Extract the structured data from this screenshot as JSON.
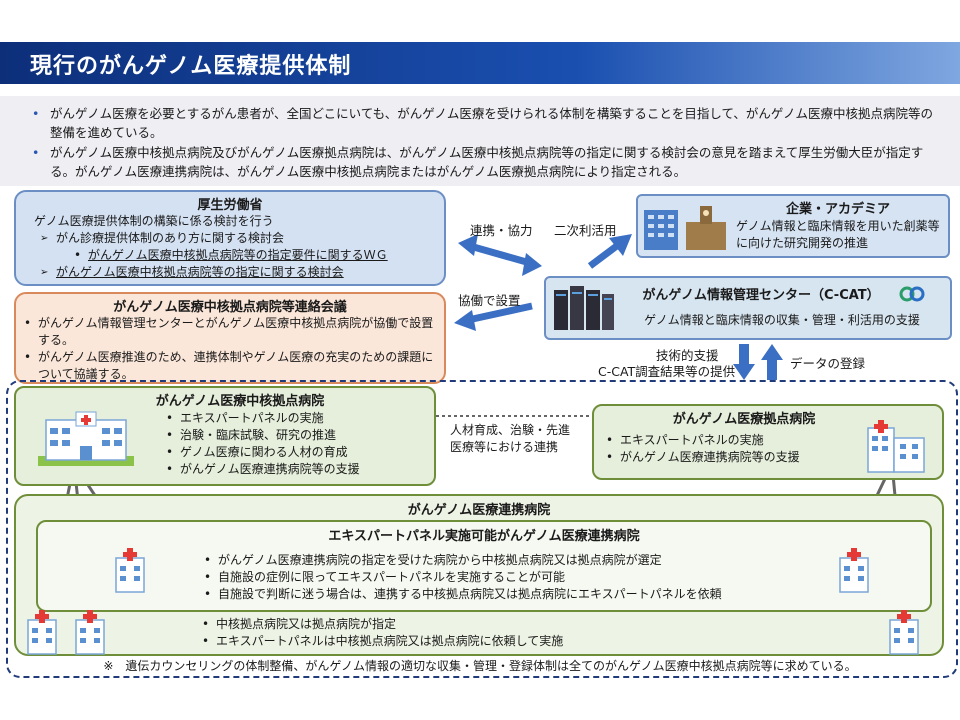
{
  "title": "現行のがんゲノム医療提供体制",
  "intro": [
    "がんゲノム医療を必要とするがん患者が、全国どこにいても、がんゲノム医療を受けられる体制を構築することを目指して、がんゲノム医療中核拠点病院等の整備を進めている。",
    "がんゲノム医療中核拠点病院及びがんゲノム医療拠点病院は、がんゲノム医療中核拠点病院等の指定に関する検討会の意見を踏まえて厚生労働大臣が指定する。がんゲノム医療連携病院は、がんゲノム医療中核拠点病院またはがんゲノム医療拠点病院により指定される。"
  ],
  "mhlw": {
    "title": "厚生労働省",
    "line1": "ゲノム医療提供体制の構築に係る検討を行う",
    "sub1": "がん診療提供体制のあり方に関する検討会",
    "sub1a": "がんゲノム医療中核拠点病院等の指定要件に関するＷＧ",
    "sub2": "がんゲノム医療中核拠点病院等の指定に関する検討会"
  },
  "renraku": {
    "title": "がんゲノム医療中核拠点病院等連絡会議",
    "b1": "がんゲノム情報管理センターとがんゲノム医療中核拠点病院が協働で設置する。",
    "b2": "がんゲノム医療推進のため、連携体制やゲノム医療の充実のための課題について協議する。"
  },
  "kigyo": {
    "title": "企業・アカデミア",
    "text": "ゲノム情報と臨床情報を用いた創薬等に向けた研究開発の推進"
  },
  "ccat": {
    "title": "がんゲノム情報管理センター（C-CAT）",
    "text": "ゲノム情報と臨床情報の収集・管理・利活用の支援"
  },
  "labels": {
    "renkei_kyoryoku": "連携・協力",
    "niji": "二次利活用",
    "kyodo": "協働で設置",
    "gijutsu1": "技術的支援",
    "gijutsu2": "C-CAT調査結果等の提供",
    "data_toroku": "データの登録",
    "jinzai1": "人材育成、治験・先進",
    "jinzai2": "医療等における連携"
  },
  "core": {
    "title": "がんゲノム医療中核拠点病院",
    "items": [
      "エキスパートパネルの実施",
      "治験・臨床試験、研究の推進",
      "ゲノム医療に関わる人材の育成",
      "がんゲノム医療連携病院等の支援"
    ]
  },
  "kyoten": {
    "title": "がんゲノム医療拠点病院",
    "items": [
      "エキスパートパネルの実施",
      "がんゲノム医療連携病院等の支援"
    ]
  },
  "renkei": {
    "title": "がんゲノム医療連携病院",
    "expert_title": "エキスパートパネル実施可能がんゲノム医療連携病院",
    "expert_items": [
      "がんゲノム医療連携病院の指定を受けた病院から中核拠点病院又は拠点病院が選定",
      "自施設の症例に限ってエキスパートパネルを実施することが可能",
      "自施設で判断に迷う場合は、連携する中核拠点病院又は拠点病院にエキスパートパネルを依頼"
    ],
    "items": [
      "中核拠点病院又は拠点病院が指定",
      "エキスパートパネルは中核拠点病院又は拠点病院に依頼して実施"
    ]
  },
  "footnote": "※　遺伝カウンセリングの体制整備、がんゲノム情報の適切な収集・管理・登録体制は全てのがんゲノム医療中核拠点病院等に求めている。",
  "colors": {
    "title_bar": "#0d2f7a",
    "arrow": "#3a6fc4",
    "green_border": "#6f8e3a",
    "blue_border": "#6b8fc4",
    "orange_border": "#d98a5c"
  }
}
